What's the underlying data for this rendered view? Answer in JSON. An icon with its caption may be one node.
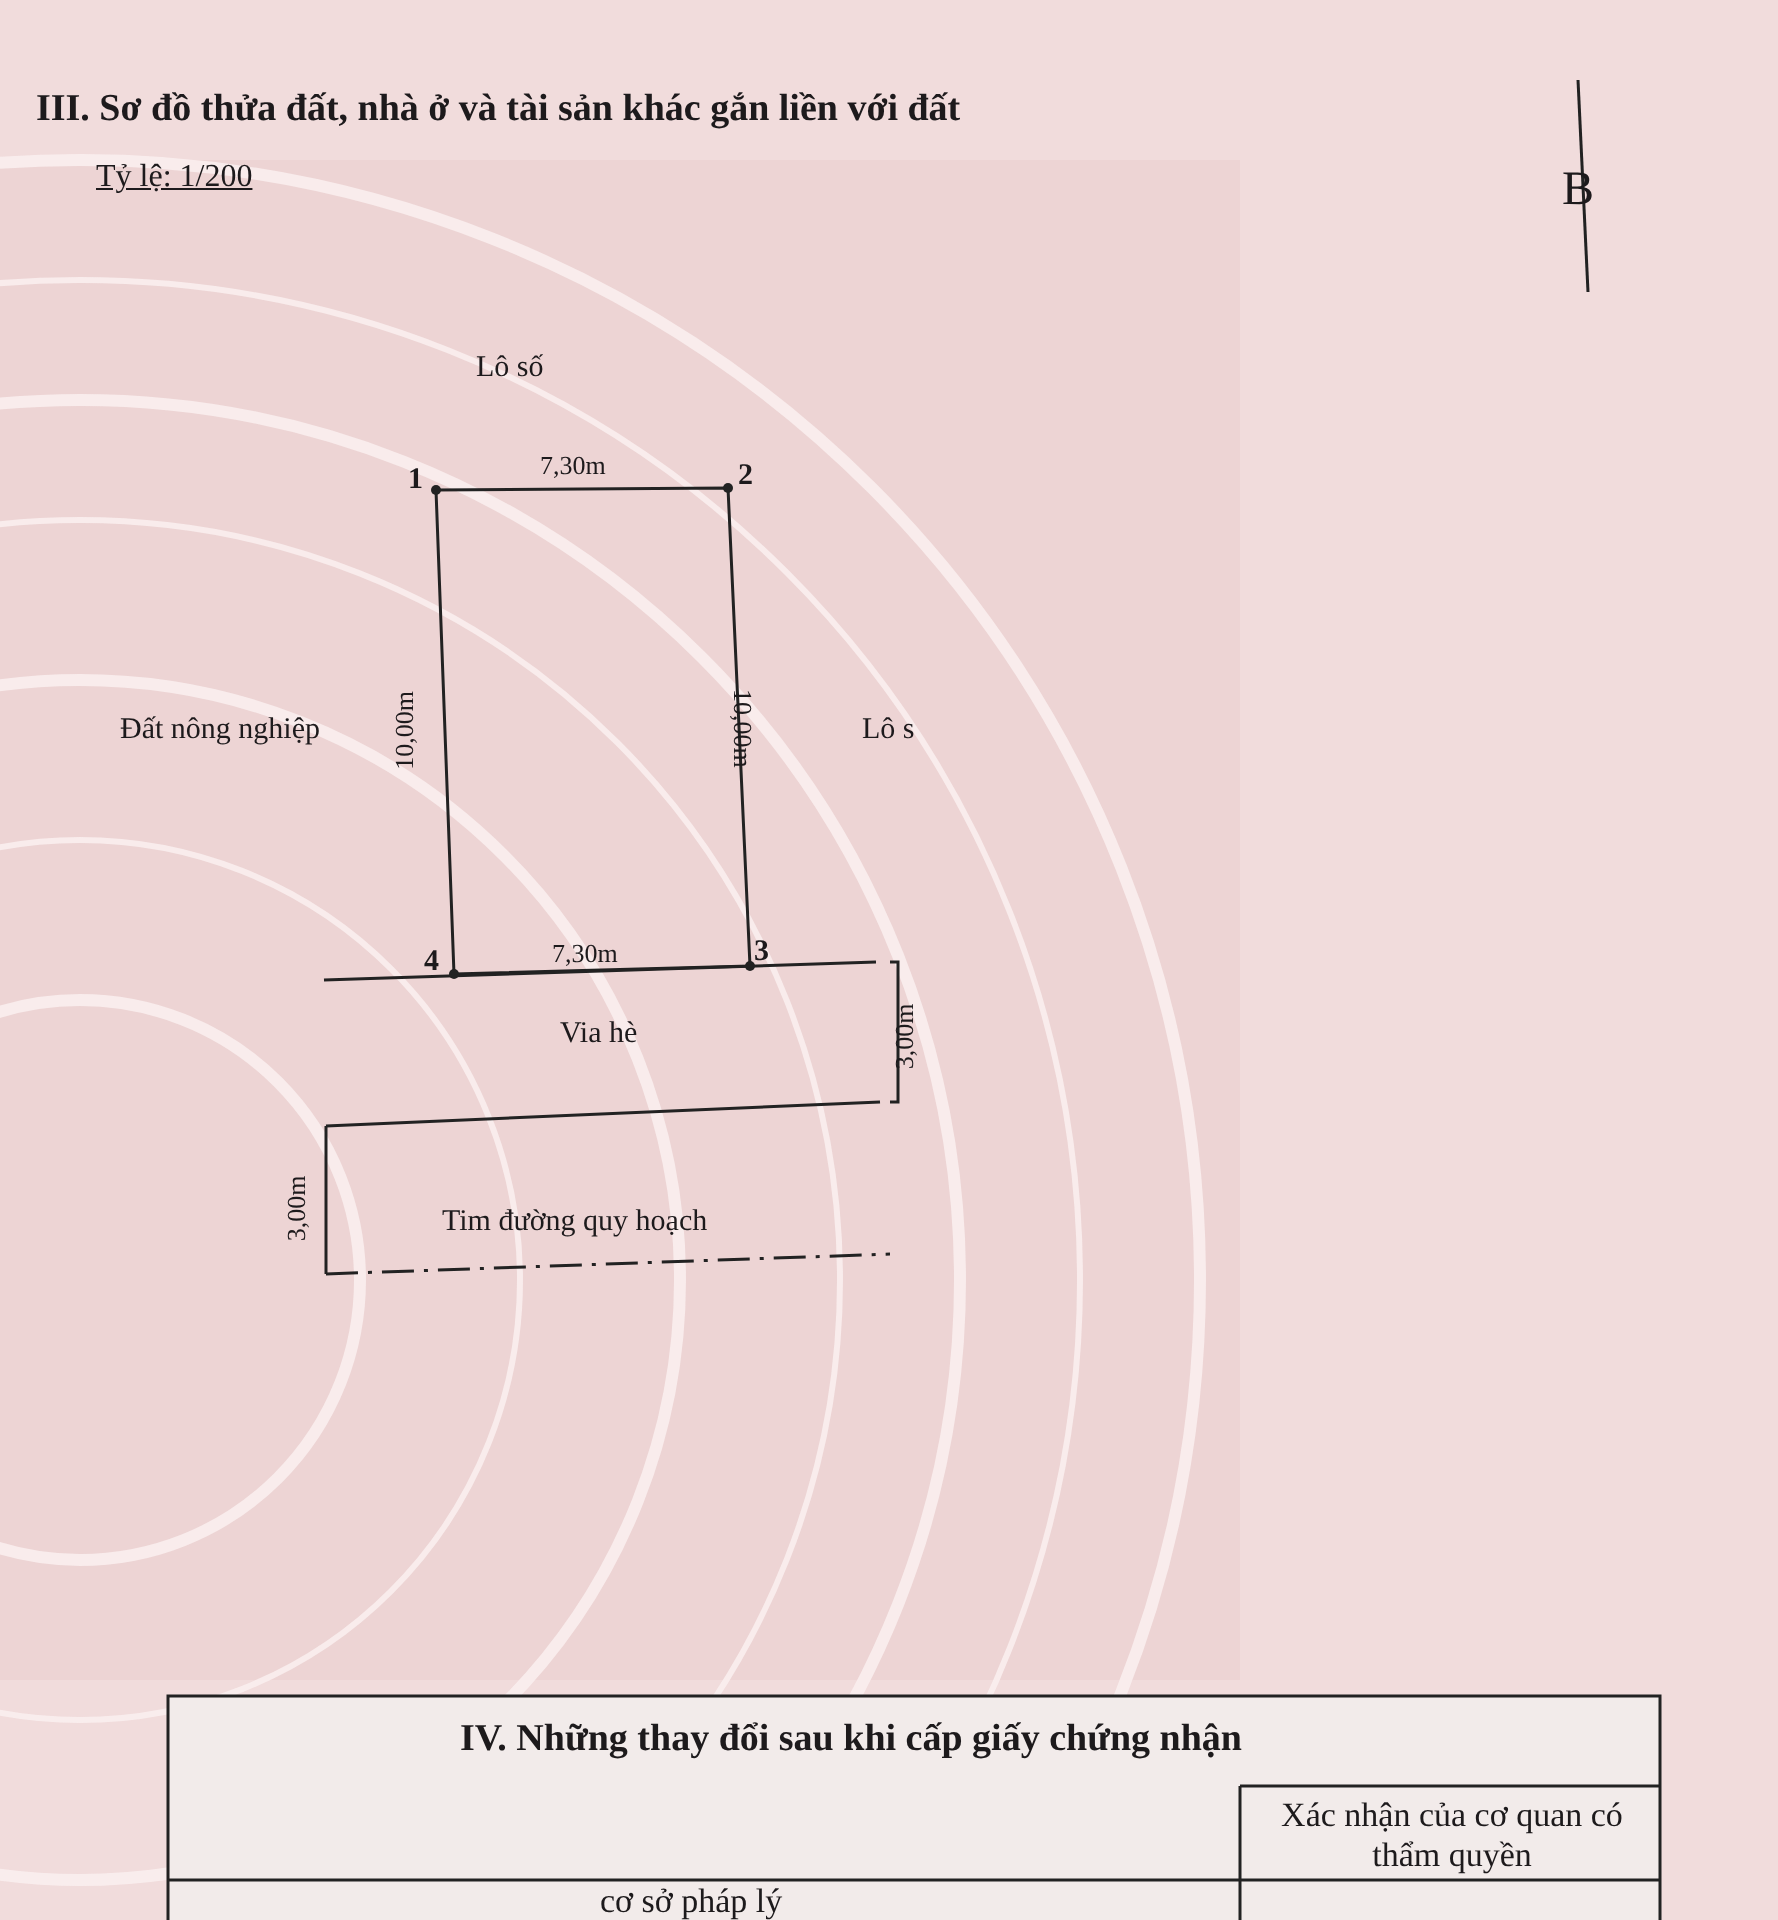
{
  "diagram": {
    "title": "III. Sơ đồ thửa đất, nhà ở và tài sản khác gắn liền với đất",
    "labels": [
      "Tỷ lệ: 1/200",
      "B",
      "Lô số",
      "1",
      "7,30m",
      "2",
      "Đất nông nghiệp",
      "10,00m",
      "10,00m",
      "Lô s",
      "4",
      "7,30m",
      "3",
      "Via hè",
      "3,00m",
      "3,00m",
      "Tim đường quy hoạch",
      "IV. Những thay đổi sau khi cấp giấy chứng nhận",
      "Xác nhận của cơ quan có thẩm quyền",
      "cơ sở pháp lý"
    ]
  }
}
